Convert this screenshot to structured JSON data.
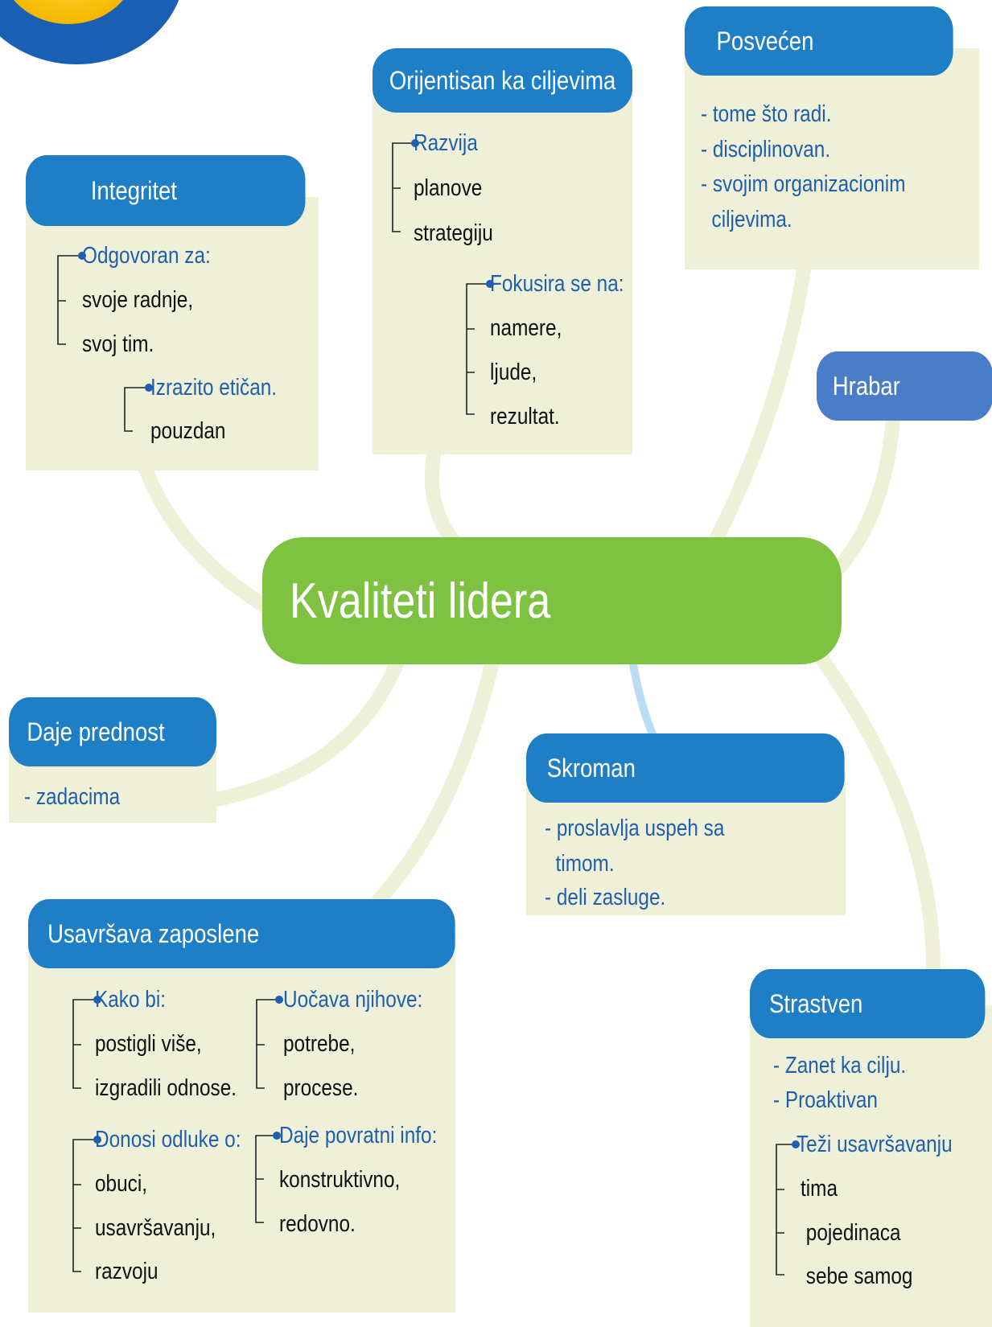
{
  "central": "Kvaliteti lidera",
  "integritet": {
    "title": "Integritet",
    "heading1": "Odgovoran za:",
    "items1": [
      "svoje radnje,",
      "svoj tim."
    ],
    "heading2": "Izrazito etičan.",
    "items2": [
      "pouzdan"
    ]
  },
  "orijentisan": {
    "title": "Orijentisan ka ciljevima",
    "heading1": "Razvija",
    "items1": [
      "planove",
      "strategiju"
    ],
    "heading2": "Fokusira se na:",
    "items2": [
      "namere,",
      "ljude,",
      "rezultat."
    ]
  },
  "posvecen": {
    "title": "Posvećen",
    "lines": [
      "- tome što radi.",
      "- disciplinovan.",
      "- svojim organizacionim",
      "  ciljevima."
    ]
  },
  "hrabar": {
    "title": "Hrabar"
  },
  "daje_prednost": {
    "title": "Daje prednost",
    "lines": [
      "- zadacima"
    ]
  },
  "skroman": {
    "title": "Skroman",
    "lines": [
      "- proslavlja uspeh sa",
      "  timom.",
      "- deli zasluge."
    ]
  },
  "usavrsava": {
    "title": "Usavršava zaposlene",
    "kako_bi": {
      "heading": "Kako bi:",
      "items": [
        "postigli više,",
        "izgradili odnose."
      ]
    },
    "uocava": {
      "heading": "Uočava njihove:",
      "items": [
        "potrebe,",
        "procese."
      ]
    },
    "donosi": {
      "heading": "Donosi odluke o:",
      "items": [
        "obuci,",
        "usavršavanju,",
        "razvoju"
      ]
    },
    "povratni": {
      "heading": "Daje povratni info:",
      "items": [
        "konstruktivno,",
        "redovno."
      ]
    }
  },
  "strastven": {
    "title": "Strastven",
    "lines": [
      "- Zanet ka cilju.",
      "- Proaktivan"
    ],
    "heading": "Teži usavršavanju",
    "items": [
      "tima",
      " pojedinaca",
      " sebe samog"
    ]
  },
  "colors": {
    "header_blue": "#1e7ec6",
    "header_dark_blue": "#4a7cc8",
    "box_bg": "#eef0d8",
    "central_green": "#7fc242",
    "connector": "#eef0d8",
    "connector_blue": "#b9def4",
    "heading_text": "#1f5fae",
    "body_text": "#111111"
  }
}
